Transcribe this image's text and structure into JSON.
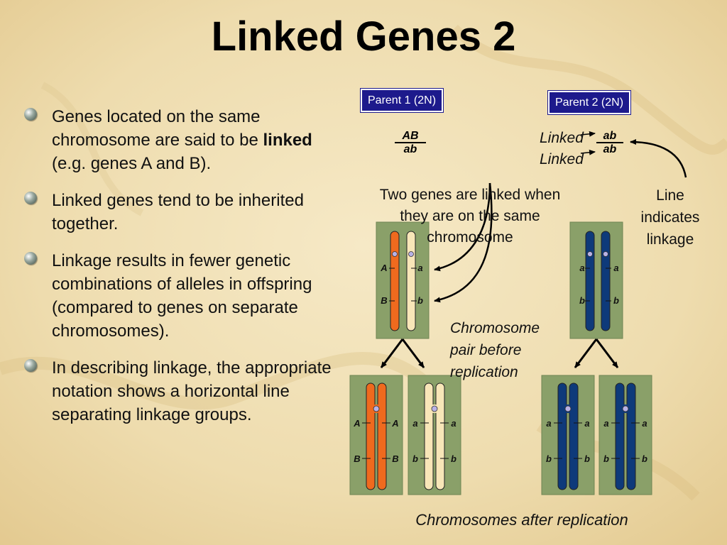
{
  "title": "Linked Genes 2",
  "bullets": [
    {
      "pre": "Genes located on the same chromosome are said to be ",
      "bold": "linked",
      "post": " (e.g. genes A and B)."
    },
    {
      "pre": "Linked genes tend to be inherited together.",
      "bold": "",
      "post": ""
    },
    {
      "pre": "Linkage results in fewer genetic combinations of alleles in offspring (compared to genes on separate chromosomes).",
      "bold": "",
      "post": ""
    },
    {
      "pre": "In describing linkage, the appropriate notation shows a horizontal line separating linkage groups.",
      "bold": "",
      "post": ""
    }
  ],
  "parent1": {
    "label": "Parent 1 (2N)",
    "numerator": "AB",
    "denominator": "ab"
  },
  "parent2": {
    "label": "Parent 2 (2N)",
    "numerator": "ab",
    "denominator": "ab",
    "tag1": "Linked",
    "tag2": "Linked"
  },
  "annotations": {
    "linked_text": "Two genes are linked when they are on the same chromosome",
    "line_text": "Line indicates linkage",
    "before_text": "Chromosome pair before replication",
    "after_text": "Chromosomes after replication"
  },
  "alleles": {
    "A": "A",
    "B": "B",
    "a": "a",
    "b": "b"
  },
  "colors": {
    "title": "#000000",
    "label_box": "#1d1a8c",
    "panel_green": "#8aa069",
    "chrom_orange": "#ef6a1e",
    "chrom_cream": "#f8e6b8",
    "chrom_navy": "#0e3a7a",
    "centromere": "#b8b2e6"
  }
}
